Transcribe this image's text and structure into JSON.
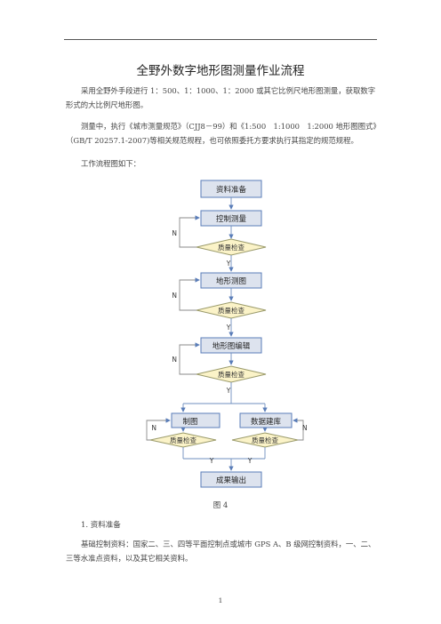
{
  "document": {
    "title": "全野外数字地形图测量作业流程",
    "paragraphs": [
      "采用全野外手段进行 1：500、1：1000、1：2000 或其它比例尺地形图测量，获取数字形式的大比例尺地形图。",
      "测量中，执行《城市测量规范》（CJJ8－99）和《1:500　1:1000　1:2000 地形图图式》（GB/T 20257.1-2007)等相关规范规程，也可依照委托方要求执行其指定的规范规程。",
      "工作流程图如下："
    ],
    "figure_caption": "图 4",
    "section_heading": "1. 资料准备",
    "section_text": "基础控制资料：国家二、三、四等平面控制点或城市 GPS A、B 级网控制资料，一、二、三等水准点资料，以及其它相关资料。",
    "page_number": "1"
  },
  "flowchart": {
    "steps": [
      "资料准备",
      "控制测量",
      "地形测图",
      "地形图编辑",
      "制图",
      "数据建库",
      "成果输出"
    ],
    "check_label": "质量检查",
    "yes_label": "Y",
    "no_label": "N"
  }
}
